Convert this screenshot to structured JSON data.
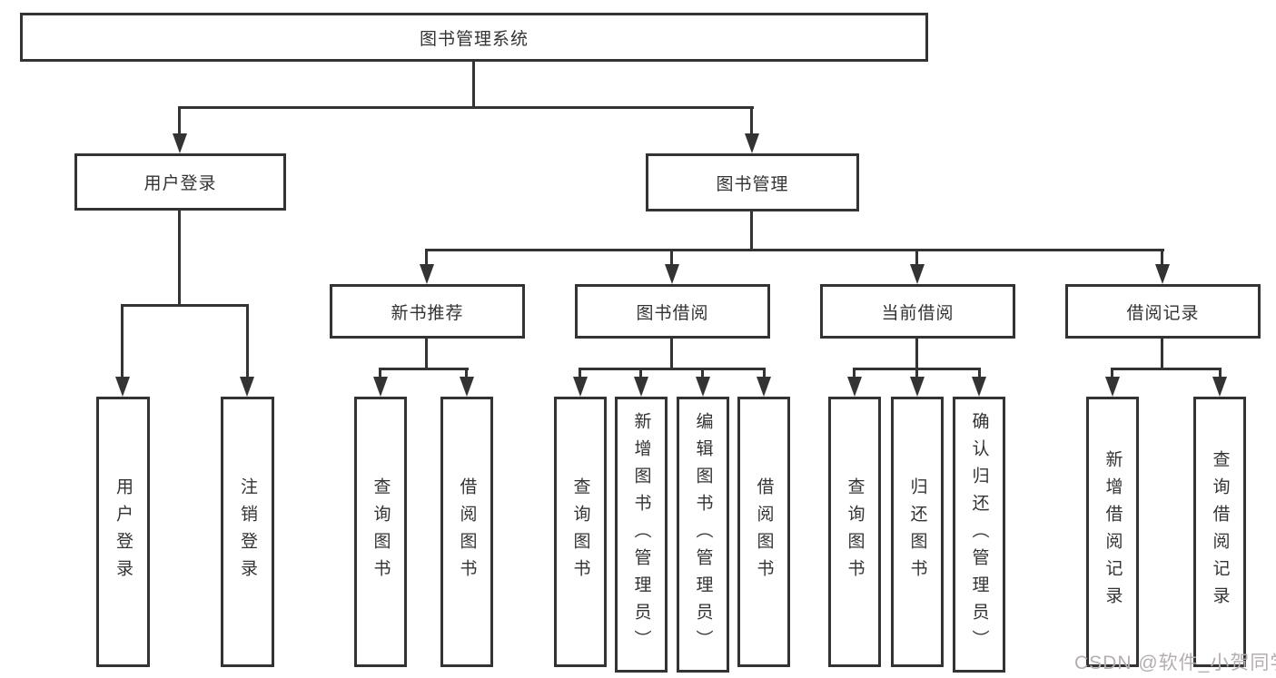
{
  "diagram_title": "图书管理系统",
  "watermark": "CSDN @软件_小贺同学",
  "colors": {
    "line": "#333333",
    "box_border": "#333333",
    "text": "#333333",
    "background": "#ffffff",
    "watermark": "#b5aeae"
  },
  "tree": {
    "label": "图书管理系统",
    "children": [
      {
        "label": "用户登录",
        "children": [
          {
            "label": "用户登录"
          },
          {
            "label": "注销登录"
          }
        ]
      },
      {
        "label": "图书管理",
        "children": [
          {
            "label": "新书推荐",
            "children": [
              {
                "label": "查询图书"
              },
              {
                "label": "借阅图书"
              }
            ]
          },
          {
            "label": "图书借阅",
            "children": [
              {
                "label": "查询图书"
              },
              {
                "label": "新增图书（管理员）"
              },
              {
                "label": "编辑图书（管理员）"
              },
              {
                "label": "借阅图书"
              }
            ]
          },
          {
            "label": "当前借阅",
            "children": [
              {
                "label": "查询图书"
              },
              {
                "label": "归还图书"
              },
              {
                "label": "确认归还（管理员）"
              }
            ]
          },
          {
            "label": "借阅记录",
            "children": [
              {
                "label": "新增借阅记录"
              },
              {
                "label": "查询借阅记录"
              }
            ]
          }
        ]
      }
    ]
  }
}
